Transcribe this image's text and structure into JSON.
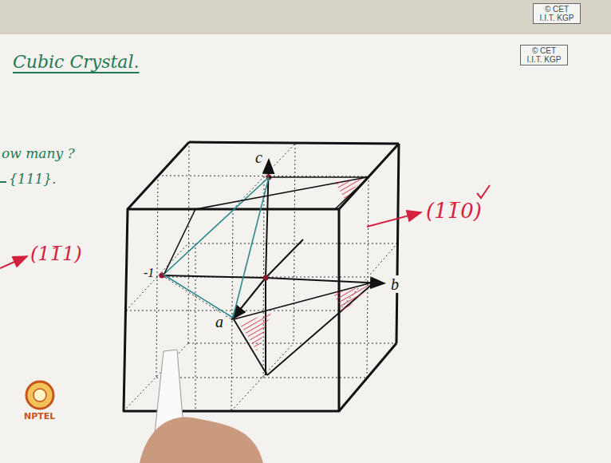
{
  "diagram": {
    "title": "Cubic Crystal.",
    "labels": [
      "© CET I.I.T. KGP",
      "© CET I.I.T. KGP",
      "ow many ?",
      "{111}.",
      "(11̅1)",
      "(11̅0)",
      "c",
      "b",
      "a",
      "-1",
      "NPTEL"
    ]
  }
}
